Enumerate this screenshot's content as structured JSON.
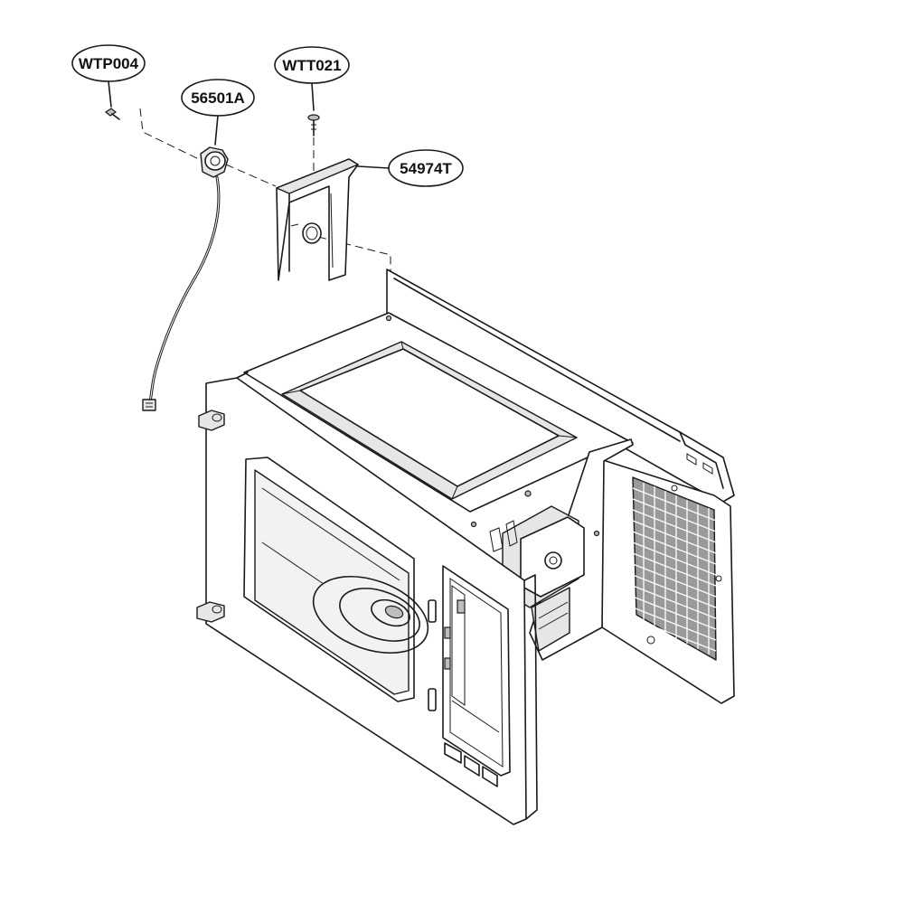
{
  "callouts": {
    "screw_left": "WTP004",
    "sensor": "56501A",
    "screw_right": "WTT021",
    "bracket": "54974T"
  },
  "colors": {
    "line": "#1a1a1a",
    "background": "#ffffff"
  }
}
